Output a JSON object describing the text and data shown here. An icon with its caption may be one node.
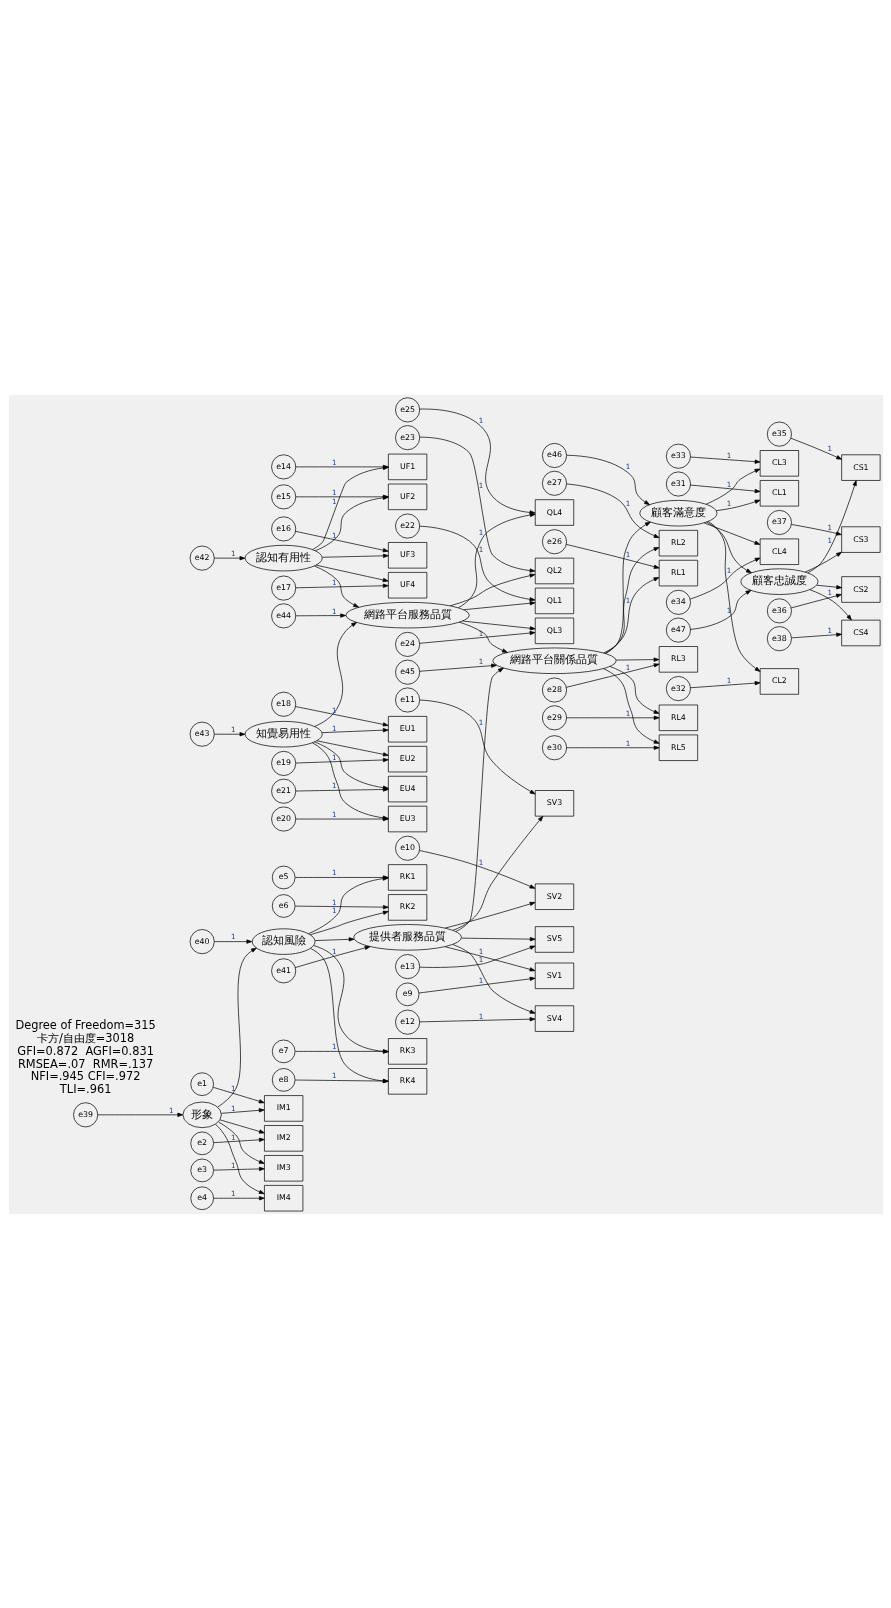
{
  "diagram": {
    "nodes": [
      {
        "text": [
          "形象"
        ]
      },
      {
        "text": [
          "認知風險"
        ]
      },
      {
        "text": [
          "提供者服務品質"
        ]
      },
      {
        "text": [
          "認知有用性"
        ]
      },
      {
        "text": [
          "知覺易用性"
        ]
      },
      {
        "text": [
          "網路平台服務品質"
        ]
      },
      {
        "text": [
          "網路平台關係品質"
        ]
      },
      {
        "text": [
          "顧客滿意度"
        ]
      },
      {
        "text": [
          "顧客忠誠度"
        ]
      },
      {
        "text": [
          "IM1"
        ]
      },
      {
        "text": [
          "IM2"
        ]
      },
      {
        "text": [
          "IM3"
        ]
      },
      {
        "text": [
          "IM4"
        ]
      },
      {
        "text": [
          "RK1"
        ]
      },
      {
        "text": [
          "RK2"
        ]
      },
      {
        "text": [
          "RK3"
        ]
      },
      {
        "text": [
          "RK4"
        ]
      },
      {
        "text": [
          "SV1"
        ]
      },
      {
        "text": [
          "SV2"
        ]
      },
      {
        "text": [
          "SV3"
        ]
      },
      {
        "text": [
          "SV4"
        ]
      },
      {
        "text": [
          "SV5"
        ]
      },
      {
        "text": [
          "UF1"
        ]
      },
      {
        "text": [
          "UF2"
        ]
      },
      {
        "text": [
          "UF3"
        ]
      },
      {
        "text": [
          "UF4"
        ]
      },
      {
        "text": [
          "EU1"
        ]
      },
      {
        "text": [
          "EU2"
        ]
      },
      {
        "text": [
          "EU3"
        ]
      },
      {
        "text": [
          "EU4"
        ]
      },
      {
        "text": [
          "QL1"
        ]
      },
      {
        "text": [
          "QL2"
        ]
      },
      {
        "text": [
          "QL3"
        ]
      },
      {
        "text": [
          "QL4"
        ]
      },
      {
        "text": [
          "RL1"
        ]
      },
      {
        "text": [
          "RL2"
        ]
      },
      {
        "text": [
          "RL3"
        ]
      },
      {
        "text": [
          "RL4"
        ]
      },
      {
        "text": [
          "RL5"
        ]
      },
      {
        "text": [
          "CL1"
        ]
      },
      {
        "text": [
          "CL2"
        ]
      },
      {
        "text": [
          "CL3"
        ]
      },
      {
        "text": [
          "CL4"
        ]
      },
      {
        "text": [
          "CS1"
        ]
      },
      {
        "text": [
          "CS2"
        ]
      },
      {
        "text": [
          "CS3"
        ]
      },
      {
        "text": [
          "CS4"
        ]
      },
      {
        "text": [
          "e1"
        ]
      },
      {
        "text": [
          "e2"
        ]
      },
      {
        "text": [
          "e3"
        ]
      },
      {
        "text": [
          "e4"
        ]
      },
      {
        "text": [
          "e5"
        ]
      },
      {
        "text": [
          "e6"
        ]
      },
      {
        "text": [
          "e7"
        ]
      },
      {
        "text": [
          "e8"
        ]
      },
      {
        "text": [
          "e9"
        ]
      },
      {
        "text": [
          "e10"
        ]
      },
      {
        "text": [
          "e11"
        ]
      },
      {
        "text": [
          "e12"
        ]
      },
      {
        "text": [
          "e13"
        ]
      },
      {
        "text": [
          "e14"
        ]
      },
      {
        "text": [
          "e15"
        ]
      },
      {
        "text": [
          "e16"
        ]
      },
      {
        "text": [
          "e17"
        ]
      },
      {
        "text": [
          "e18"
        ]
      },
      {
        "text": [
          "e19"
        ]
      },
      {
        "text": [
          "e20"
        ]
      },
      {
        "text": [
          "e21"
        ]
      },
      {
        "text": [
          "e22"
        ]
      },
      {
        "text": [
          "e23"
        ]
      },
      {
        "text": [
          "e24"
        ]
      },
      {
        "text": [
          "e25"
        ]
      },
      {
        "text": [
          "e26"
        ]
      },
      {
        "text": [
          "e27"
        ]
      },
      {
        "text": [
          "e28"
        ]
      },
      {
        "text": [
          "e29"
        ]
      },
      {
        "text": [
          "e30"
        ]
      },
      {
        "text": [
          "e31"
        ]
      },
      {
        "text": [
          "e32"
        ]
      },
      {
        "text": [
          "e33"
        ]
      },
      {
        "text": [
          "e34"
        ]
      },
      {
        "text": [
          "e35"
        ]
      },
      {
        "text": [
          "e36"
        ]
      },
      {
        "text": [
          "e37"
        ]
      },
      {
        "text": [
          "e38"
        ]
      },
      {
        "text": [
          "e39"
        ]
      },
      {
        "text": [
          "e40"
        ]
      },
      {
        "text": [
          "e41"
        ]
      },
      {
        "text": [
          "e42"
        ]
      },
      {
        "text": [
          "e43"
        ]
      },
      {
        "text": [
          "e44"
        ]
      },
      {
        "text": [
          "e45"
        ]
      },
      {
        "text": [
          "e46"
        ]
      },
      {
        "text": [
          "e47"
        ]
      }
    ],
    "edges": [
      {
        "from": 0,
        "to": 1,
        "arrow": "to"
      },
      {
        "from": 1,
        "to": 2,
        "arrow": "to"
      },
      {
        "from": 2,
        "to": 6,
        "arrow": "to"
      },
      {
        "from": 3,
        "to": 5,
        "arrow": "to"
      },
      {
        "from": 4,
        "to": 5,
        "arrow": "to"
      },
      {
        "from": 5,
        "to": 6,
        "arrow": "to"
      },
      {
        "from": 6,
        "to": 7,
        "arrow": "to"
      },
      {
        "from": 7,
        "to": 8,
        "arrow": "to"
      },
      {
        "from": 85,
        "to": 0,
        "arrow": "to",
        "label": "1"
      },
      {
        "from": 86,
        "to": 1,
        "arrow": "to",
        "label": "1"
      },
      {
        "from": 87,
        "to": 2,
        "arrow": "to",
        "label": "1"
      },
      {
        "from": 88,
        "to": 3,
        "arrow": "to",
        "label": "1"
      },
      {
        "from": 89,
        "to": 4,
        "arrow": "to",
        "label": "1"
      },
      {
        "from": 90,
        "to": 5,
        "arrow": "to",
        "label": "1"
      },
      {
        "from": 91,
        "to": 6,
        "arrow": "to",
        "label": "1"
      },
      {
        "from": 92,
        "to": 7,
        "arrow": "to",
        "label": "1"
      },
      {
        "from": 93,
        "to": 8,
        "arrow": "to",
        "label": "1"
      },
      {
        "from": 0,
        "to": 9,
        "arrow": "to",
        "label": "1"
      },
      {
        "from": 0,
        "to": 10,
        "arrow": "to"
      },
      {
        "from": 0,
        "to": 11,
        "arrow": "to"
      },
      {
        "from": 0,
        "to": 12,
        "arrow": "to"
      },
      {
        "from": 1,
        "to": 13,
        "arrow": "to",
        "label": "1"
      },
      {
        "from": 1,
        "to": 14,
        "arrow": "to"
      },
      {
        "from": 1,
        "to": 15,
        "arrow": "to"
      },
      {
        "from": 1,
        "to": 16,
        "arrow": "to"
      },
      {
        "from": 2,
        "to": 17,
        "arrow": "to",
        "label": "1"
      },
      {
        "from": 2,
        "to": 18,
        "arrow": "to"
      },
      {
        "from": 2,
        "to": 19,
        "arrow": "to"
      },
      {
        "from": 2,
        "to": 20,
        "arrow": "to"
      },
      {
        "from": 2,
        "to": 21,
        "arrow": "to"
      },
      {
        "from": 3,
        "to": 22,
        "arrow": "to",
        "label": "1"
      },
      {
        "from": 3,
        "to": 23,
        "arrow": "to"
      },
      {
        "from": 3,
        "to": 24,
        "arrow": "to"
      },
      {
        "from": 3,
        "to": 25,
        "arrow": "to"
      },
      {
        "from": 4,
        "to": 26,
        "arrow": "to",
        "label": "1"
      },
      {
        "from": 4,
        "to": 27,
        "arrow": "to"
      },
      {
        "from": 4,
        "to": 28,
        "arrow": "to"
      },
      {
        "from": 4,
        "to": 29,
        "arrow": "to"
      },
      {
        "from": 5,
        "to": 30,
        "arrow": "to"
      },
      {
        "from": 5,
        "to": 31,
        "arrow": "to"
      },
      {
        "from": 5,
        "to": 32,
        "arrow": "to"
      },
      {
        "from": 5,
        "to": 33,
        "arrow": "to",
        "label": "1"
      },
      {
        "from": 6,
        "to": 34,
        "arrow": "to",
        "label": "1"
      },
      {
        "from": 6,
        "to": 35,
        "arrow": "to"
      },
      {
        "from": 6,
        "to": 36,
        "arrow": "to"
      },
      {
        "from": 6,
        "to": 37,
        "arrow": "to"
      },
      {
        "from": 6,
        "to": 38,
        "arrow": "to"
      },
      {
        "from": 7,
        "to": 39,
        "arrow": "to",
        "label": "1"
      },
      {
        "from": 7,
        "to": 40,
        "arrow": "to"
      },
      {
        "from": 7,
        "to": 41,
        "arrow": "to"
      },
      {
        "from": 7,
        "to": 42,
        "arrow": "to"
      },
      {
        "from": 8,
        "to": 43,
        "arrow": "to",
        "label": "1"
      },
      {
        "from": 8,
        "to": 44,
        "arrow": "to"
      },
      {
        "from": 8,
        "to": 45,
        "arrow": "to"
      },
      {
        "from": 8,
        "to": 46,
        "arrow": "to"
      },
      {
        "from": 47,
        "to": 9,
        "arrow": "to",
        "label": "1"
      },
      {
        "from": 48,
        "to": 10,
        "arrow": "to",
        "label": "1"
      },
      {
        "from": 49,
        "to": 11,
        "arrow": "to",
        "label": "1"
      },
      {
        "from": 50,
        "to": 12,
        "arrow": "to",
        "label": "1"
      },
      {
        "from": 51,
        "to": 13,
        "arrow": "to",
        "label": "1"
      },
      {
        "from": 52,
        "to": 14,
        "arrow": "to",
        "label": "1"
      },
      {
        "from": 53,
        "to": 15,
        "arrow": "to",
        "label": "1"
      },
      {
        "from": 54,
        "to": 16,
        "arrow": "to",
        "label": "1"
      },
      {
        "from": 55,
        "to": 17,
        "arrow": "to",
        "label": "1"
      },
      {
        "from": 56,
        "to": 18,
        "arrow": "to",
        "label": "1"
      },
      {
        "from": 57,
        "to": 19,
        "arrow": "to",
        "label": "1"
      },
      {
        "from": 58,
        "to": 20,
        "arrow": "to",
        "label": "1"
      },
      {
        "from": 59,
        "to": 21,
        "arrow": "to",
        "label": "1"
      },
      {
        "from": 60,
        "to": 22,
        "arrow": "to",
        "label": "1"
      },
      {
        "from": 61,
        "to": 23,
        "arrow": "to",
        "label": "1"
      },
      {
        "from": 62,
        "to": 24,
        "arrow": "to",
        "label": "1"
      },
      {
        "from": 63,
        "to": 25,
        "arrow": "to",
        "label": "1"
      },
      {
        "from": 64,
        "to": 26,
        "arrow": "to",
        "label": "1"
      },
      {
        "from": 65,
        "to": 27,
        "arrow": "to",
        "label": "1"
      },
      {
        "from": 66,
        "to": 28,
        "arrow": "to",
        "label": "1"
      },
      {
        "from": 67,
        "to": 29,
        "arrow": "to",
        "label": "1"
      },
      {
        "from": 68,
        "to": 30,
        "arrow": "to",
        "label": "1"
      },
      {
        "from": 69,
        "to": 31,
        "arrow": "to",
        "label": "1"
      },
      {
        "from": 70,
        "to": 32,
        "arrow": "to",
        "label": "1"
      },
      {
        "from": 71,
        "to": 33,
        "arrow": "to",
        "label": "1"
      },
      {
        "from": 72,
        "to": 34,
        "arrow": "to",
        "label": "1"
      },
      {
        "from": 73,
        "to": 35,
        "arrow": "to",
        "label": "1"
      },
      {
        "from": 74,
        "to": 36,
        "arrow": "to",
        "label": "1"
      },
      {
        "from": 75,
        "to": 37,
        "arrow": "to",
        "label": "1"
      },
      {
        "from": 76,
        "to": 38,
        "arrow": "to",
        "label": "1"
      },
      {
        "from": 77,
        "to": 39,
        "arrow": "to",
        "label": "1"
      },
      {
        "from": 78,
        "to": 40,
        "arrow": "to",
        "label": "1"
      },
      {
        "from": 79,
        "to": 41,
        "arrow": "to",
        "label": "1"
      },
      {
        "from": 80,
        "to": 42,
        "arrow": "to",
        "label": "1"
      },
      {
        "from": 81,
        "to": 43,
        "arrow": "to",
        "label": "1"
      },
      {
        "from": 82,
        "to": 44,
        "arrow": "to",
        "label": "1"
      },
      {
        "from": 83,
        "to": 45,
        "arrow": "to",
        "label": "1"
      },
      {
        "from": 84,
        "to": 46,
        "arrow": "to",
        "label": "1"
      }
    ],
    "labels": [
      "Degree of Freedom=315",
      "卡方/自由度=3018",
      "GFI=0.872  AGFI=0.831",
      "RMSEA=.07  RMR=.137",
      "NFI=.945 CFI=.972",
      "TLI=.961"
    ]
  }
}
